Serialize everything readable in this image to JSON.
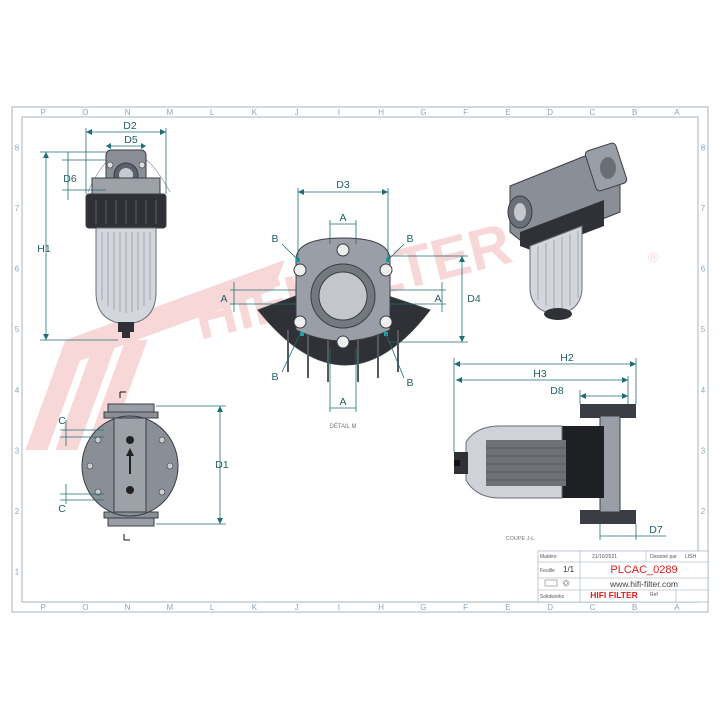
{
  "sheet": {
    "zone_letters": [
      "P",
      "O",
      "N",
      "M",
      "L",
      "K",
      "J",
      "I",
      "H",
      "G",
      "F",
      "E",
      "D",
      "C",
      "B",
      "A"
    ],
    "zone_numbers": [
      "8",
      "7",
      "6",
      "5",
      "4",
      "3",
      "2",
      "1"
    ]
  },
  "watermark": {
    "text": "HIFI FILTER",
    "mark": "®"
  },
  "dimensions": {
    "d2": "D2",
    "d5": "D5",
    "d6": "D6",
    "h1": "H1",
    "d3": "D3",
    "a": "A",
    "b": "B",
    "d4": "D4",
    "c": "C",
    "d1": "D1",
    "h2": "H2",
    "h3": "H3",
    "d8": "D8",
    "d7": "D7"
  },
  "captions": {
    "detail": "DÉTAIL M",
    "section": "COUPE J-L"
  },
  "title_block": {
    "matiere_label": "Matière",
    "dessine_label": "Dessiné par",
    "dessine_value": "LISH",
    "date_value": "21/10/2021",
    "feuille_label": "Feuille",
    "feuille_value": "1/1",
    "part_number": "PLCAC_0289",
    "website": "www.hifi-filter.com",
    "solidworks_label": "Solidworks",
    "brand": "HIFI FILTER",
    "ref_label": "Ref"
  },
  "colors": {
    "border": "#8fa3b3",
    "dimension": "#1f6f74",
    "brand": "#e31d1d",
    "watermark": "#f2b8b8",
    "body_metal": "#8a8e96",
    "body_black": "#2f3136",
    "bowl": "#c9ced6"
  }
}
